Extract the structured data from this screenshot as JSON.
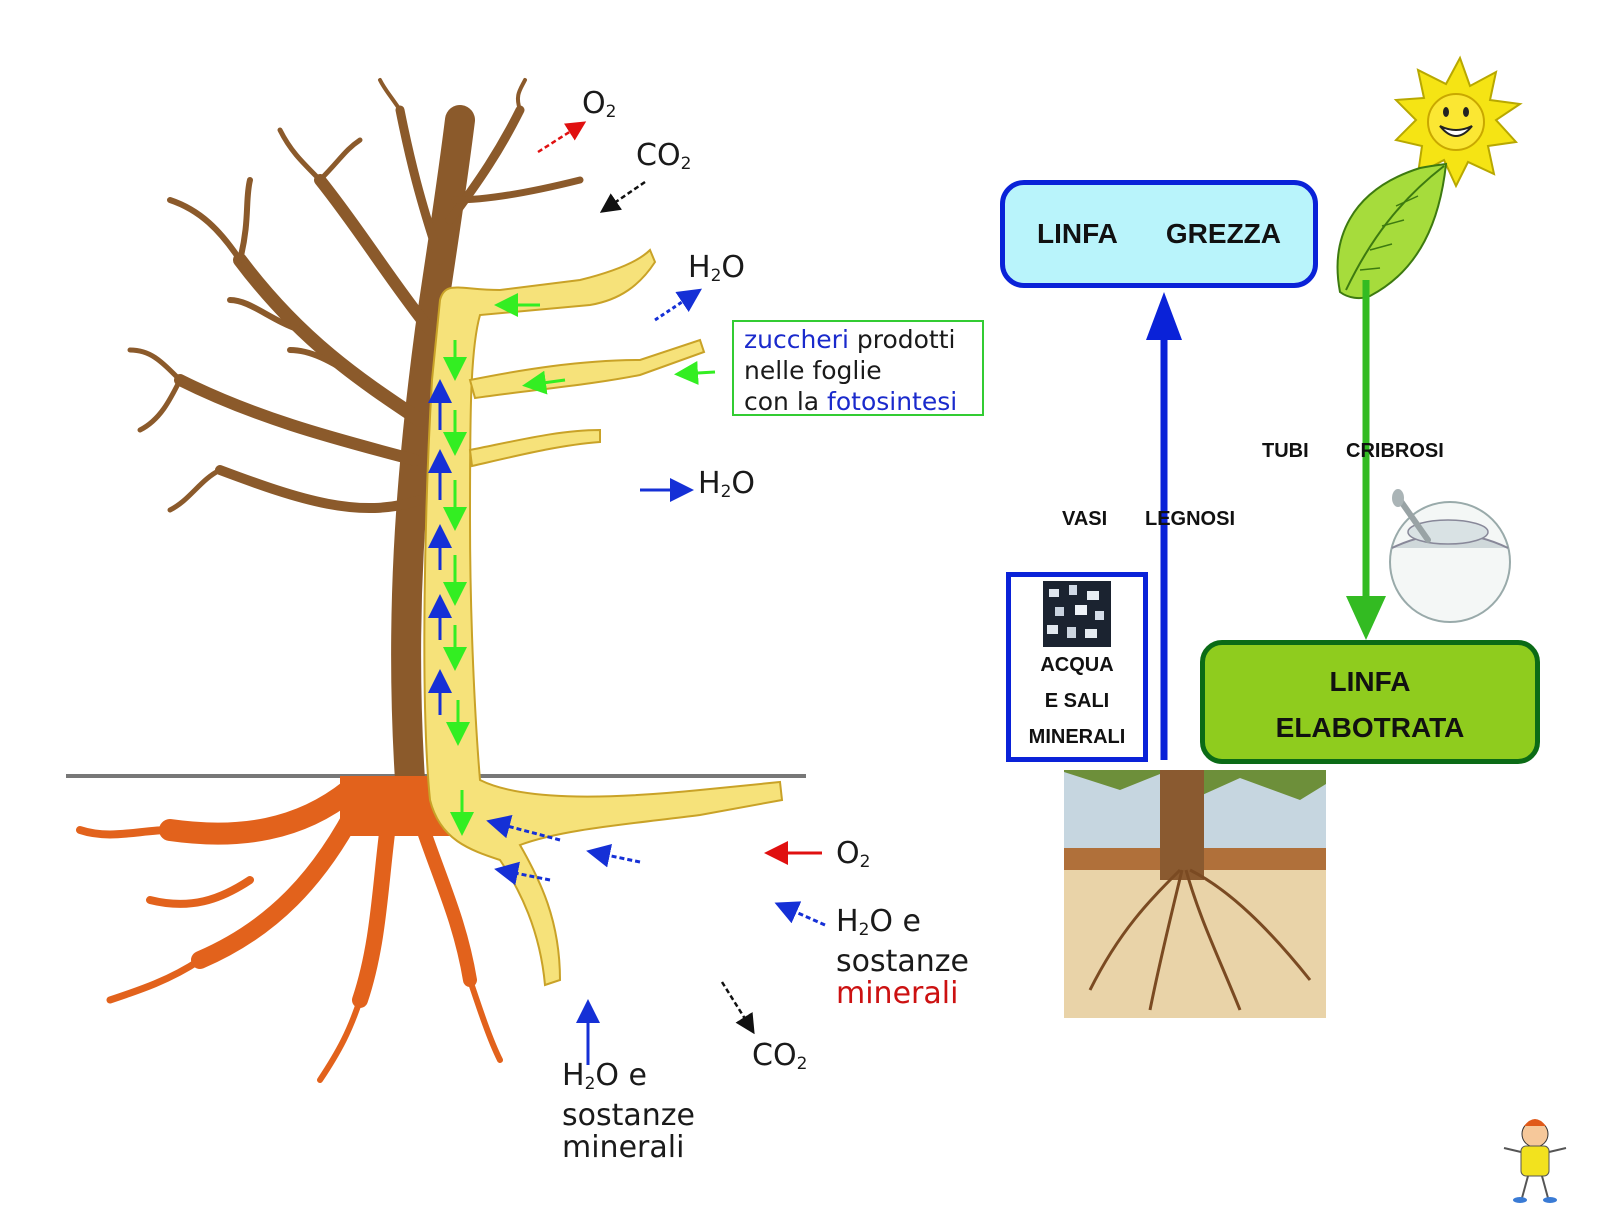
{
  "tree_labels": {
    "o2_top": [
      "O",
      "2"
    ],
    "co2_top": [
      "CO",
      "2"
    ],
    "h2o_upper": [
      "H",
      "2",
      "O"
    ],
    "h2o_middle": [
      "H",
      "2",
      "O"
    ],
    "o2_root": [
      "O",
      "2"
    ],
    "h2o_right": {
      "formula": [
        "H",
        "2",
        "O e"
      ],
      "line2": "sostanze",
      "line3": "minerali"
    },
    "co2_bottom": [
      "CO",
      "2"
    ],
    "h2o_bottom": {
      "formula": [
        "H",
        "2",
        "O e"
      ],
      "line2": "sostanze",
      "line3": "minerali"
    }
  },
  "sugar_box": {
    "word1": "zuccheri",
    "word2": " prodotti",
    "line2": "nelle foglie",
    "line3_prefix": "con la ",
    "line3_word": "fotosintesi"
  },
  "concept_map": {
    "linfa_grezza": {
      "word1": "LINFA",
      "word2": "GREZZA"
    },
    "linfa_elaborata": {
      "line1": "LINFA",
      "line2": "ELABOTRATA"
    },
    "acqua_sali": {
      "line1": "ACQUA",
      "line2": "E  SALI",
      "line3": "MINERALI"
    },
    "vasi_legnosi": {
      "word1": "VASI",
      "word2": "LEGNOSI"
    },
    "tubi_cribrosi": {
      "word1": "TUBI",
      "word2": "CRIBROSI"
    }
  },
  "colors": {
    "grezza_fill": "#b9f4fb",
    "grezza_border": "#0a22d8",
    "elaborata_fill": "#8fcc1e",
    "elaborata_border": "#0b6b16",
    "arrow_blue": "#0a22d8",
    "arrow_green": "#33bb22",
    "sap_yellow": "#f6e27a",
    "root_orange": "#e2621c",
    "bark_brown": "#8b5a2b"
  }
}
